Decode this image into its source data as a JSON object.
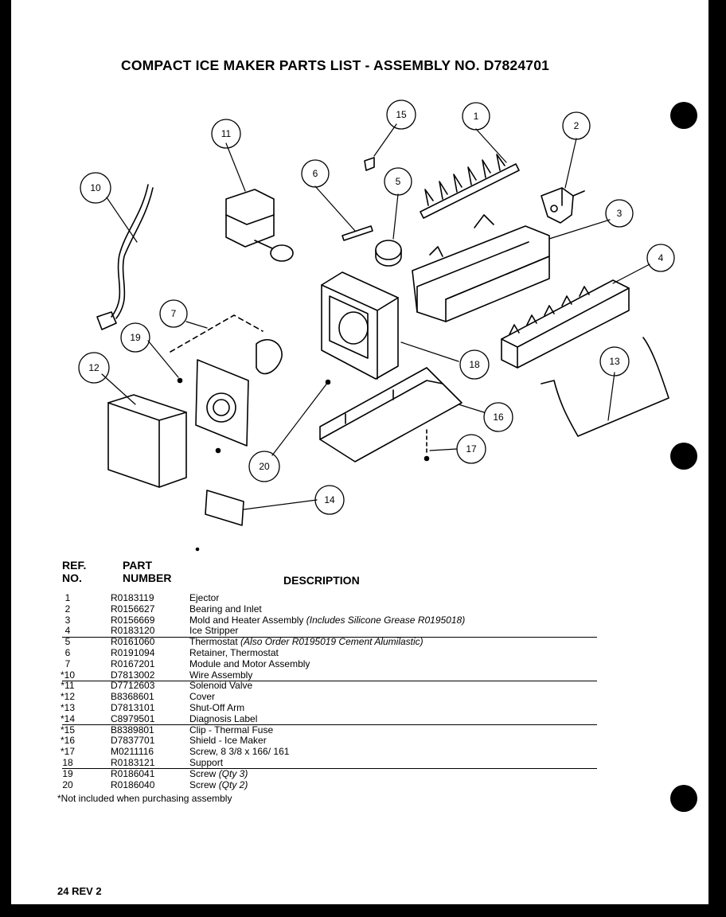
{
  "title": "COMPACT ICE MAKER PARTS LIST  -  ASSEMBLY NO. D7824701",
  "callouts": [
    {
      "label": "1"
    },
    {
      "label": "2"
    },
    {
      "label": "3"
    },
    {
      "label": "4"
    },
    {
      "label": "5"
    },
    {
      "label": "6"
    },
    {
      "label": "7"
    },
    {
      "label": "10"
    },
    {
      "label": "11"
    },
    {
      "label": "12"
    },
    {
      "label": "13"
    },
    {
      "label": "14"
    },
    {
      "label": "15"
    },
    {
      "label": "16"
    },
    {
      "label": "17"
    },
    {
      "label": "18"
    },
    {
      "label": "19"
    },
    {
      "label": "20"
    }
  ],
  "table": {
    "headers": {
      "ref_line1": "REF.",
      "ref_line2": "NO.",
      "part_line1": "PART",
      "part_line2": "NUMBER",
      "description": "DESCRIPTION"
    },
    "rows": [
      {
        "ref": "1",
        "part": "R0183119",
        "desc": "Ejector",
        "note": ""
      },
      {
        "ref": "2",
        "part": "R0156627",
        "desc": "Bearing and Inlet",
        "note": ""
      },
      {
        "ref": "3",
        "part": "R0156669",
        "desc": "Mold and Heater Assembly",
        "note": "(Includes Silicone Grease  R0195018)"
      },
      {
        "ref": "4",
        "part": "R0183120",
        "desc": "Ice Stripper",
        "note": ""
      },
      {
        "ref": "5",
        "part": "R0161060",
        "desc": "Thermostat",
        "note": "(Also Order R0195019 Cement Alumilastic)"
      },
      {
        "ref": "6",
        "part": "R0191094",
        "desc": "Retainer, Thermostat",
        "note": ""
      },
      {
        "ref": "7",
        "part": "R0167201",
        "desc": "Module and Motor Assembly",
        "note": ""
      },
      {
        "ref": "*10",
        "part": "D7813002",
        "desc": "Wire Assembly",
        "note": ""
      },
      {
        "ref": "*11",
        "part": "D7712603",
        "desc": "Solenoid Valve",
        "note": ""
      },
      {
        "ref": "*12",
        "part": "B8368601",
        "desc": "Cover",
        "note": ""
      },
      {
        "ref": "*13",
        "part": "D7813101",
        "desc": "Shut-Off Arm",
        "note": ""
      },
      {
        "ref": "*14",
        "part": "C8979501",
        "desc": "Diagnosis Label",
        "note": ""
      },
      {
        "ref": "*15",
        "part": "B8389801",
        "desc": "Clip - Thermal Fuse",
        "note": ""
      },
      {
        "ref": "*16",
        "part": "D7837701",
        "desc": "Shield  -  Ice Maker",
        "note": ""
      },
      {
        "ref": "*17",
        "part": "M0211116",
        "desc": "Screw, 8 3/8 x  166/ 161",
        "note": ""
      },
      {
        "ref": "18",
        "part": "R0183121",
        "desc": "Support",
        "note": ""
      },
      {
        "ref": "19",
        "part": "R0186041",
        "desc": "Screw",
        "note": "(Qty 3)"
      },
      {
        "ref": "20",
        "part": "R0186040",
        "desc": "Screw",
        "note": "(Qty 2)"
      }
    ]
  },
  "footnote": "*Not included when purchasing assembly",
  "page_number": "24 REV  2"
}
